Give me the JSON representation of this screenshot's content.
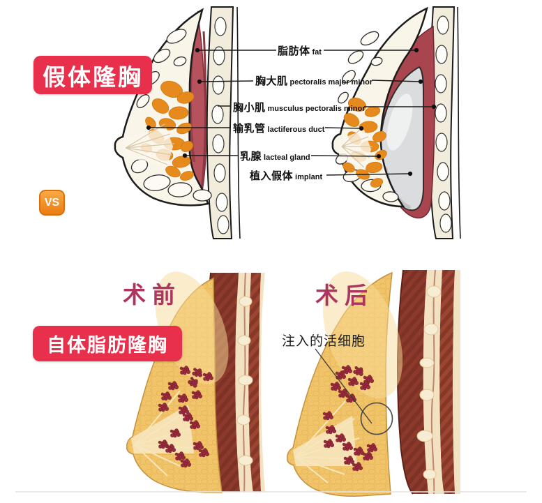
{
  "top_section": {
    "method_badge": {
      "label": "假体隆胸",
      "bg_color": "#e8304c",
      "text_color": "#ffffff"
    },
    "anatomy_labels": [
      {
        "zh": "脂肪体",
        "en": "fat"
      },
      {
        "zh": "胸大肌",
        "en": "pectoralis major minor"
      },
      {
        "zh": "胸小肌",
        "en": "musculus pectoralis minor"
      },
      {
        "zh": "输乳管",
        "en": "lactiferous duct"
      },
      {
        "zh": "乳腺",
        "en": "lacteal gland"
      },
      {
        "zh": "植入假体",
        "en": "implant"
      }
    ]
  },
  "vs_badge": {
    "label": "VS",
    "bg_color": "#ec7c12",
    "text_color": "#ffffff"
  },
  "bottom_section": {
    "method_badge": {
      "label": "自体脂肪隆胸",
      "bg_color": "#e8304c",
      "text_color": "#ffffff"
    },
    "before_label": "术前",
    "after_label": "术后",
    "annotation": "注入的活细胞"
  },
  "colors": {
    "badge_red": "#e8304c",
    "vs_orange": "#ec7c12",
    "stage_label_pink": "#ad3560",
    "muscle_red": "#b5525c",
    "implant_wrap_maroon": "#a8454e",
    "fat_lobule_orange": "#e78a1e",
    "implant_gray": "#dadcde",
    "fat_gold": "#f1c469",
    "gland_red": "#9c2c3d",
    "deep_muscle_brown": "#8d3a2c"
  }
}
